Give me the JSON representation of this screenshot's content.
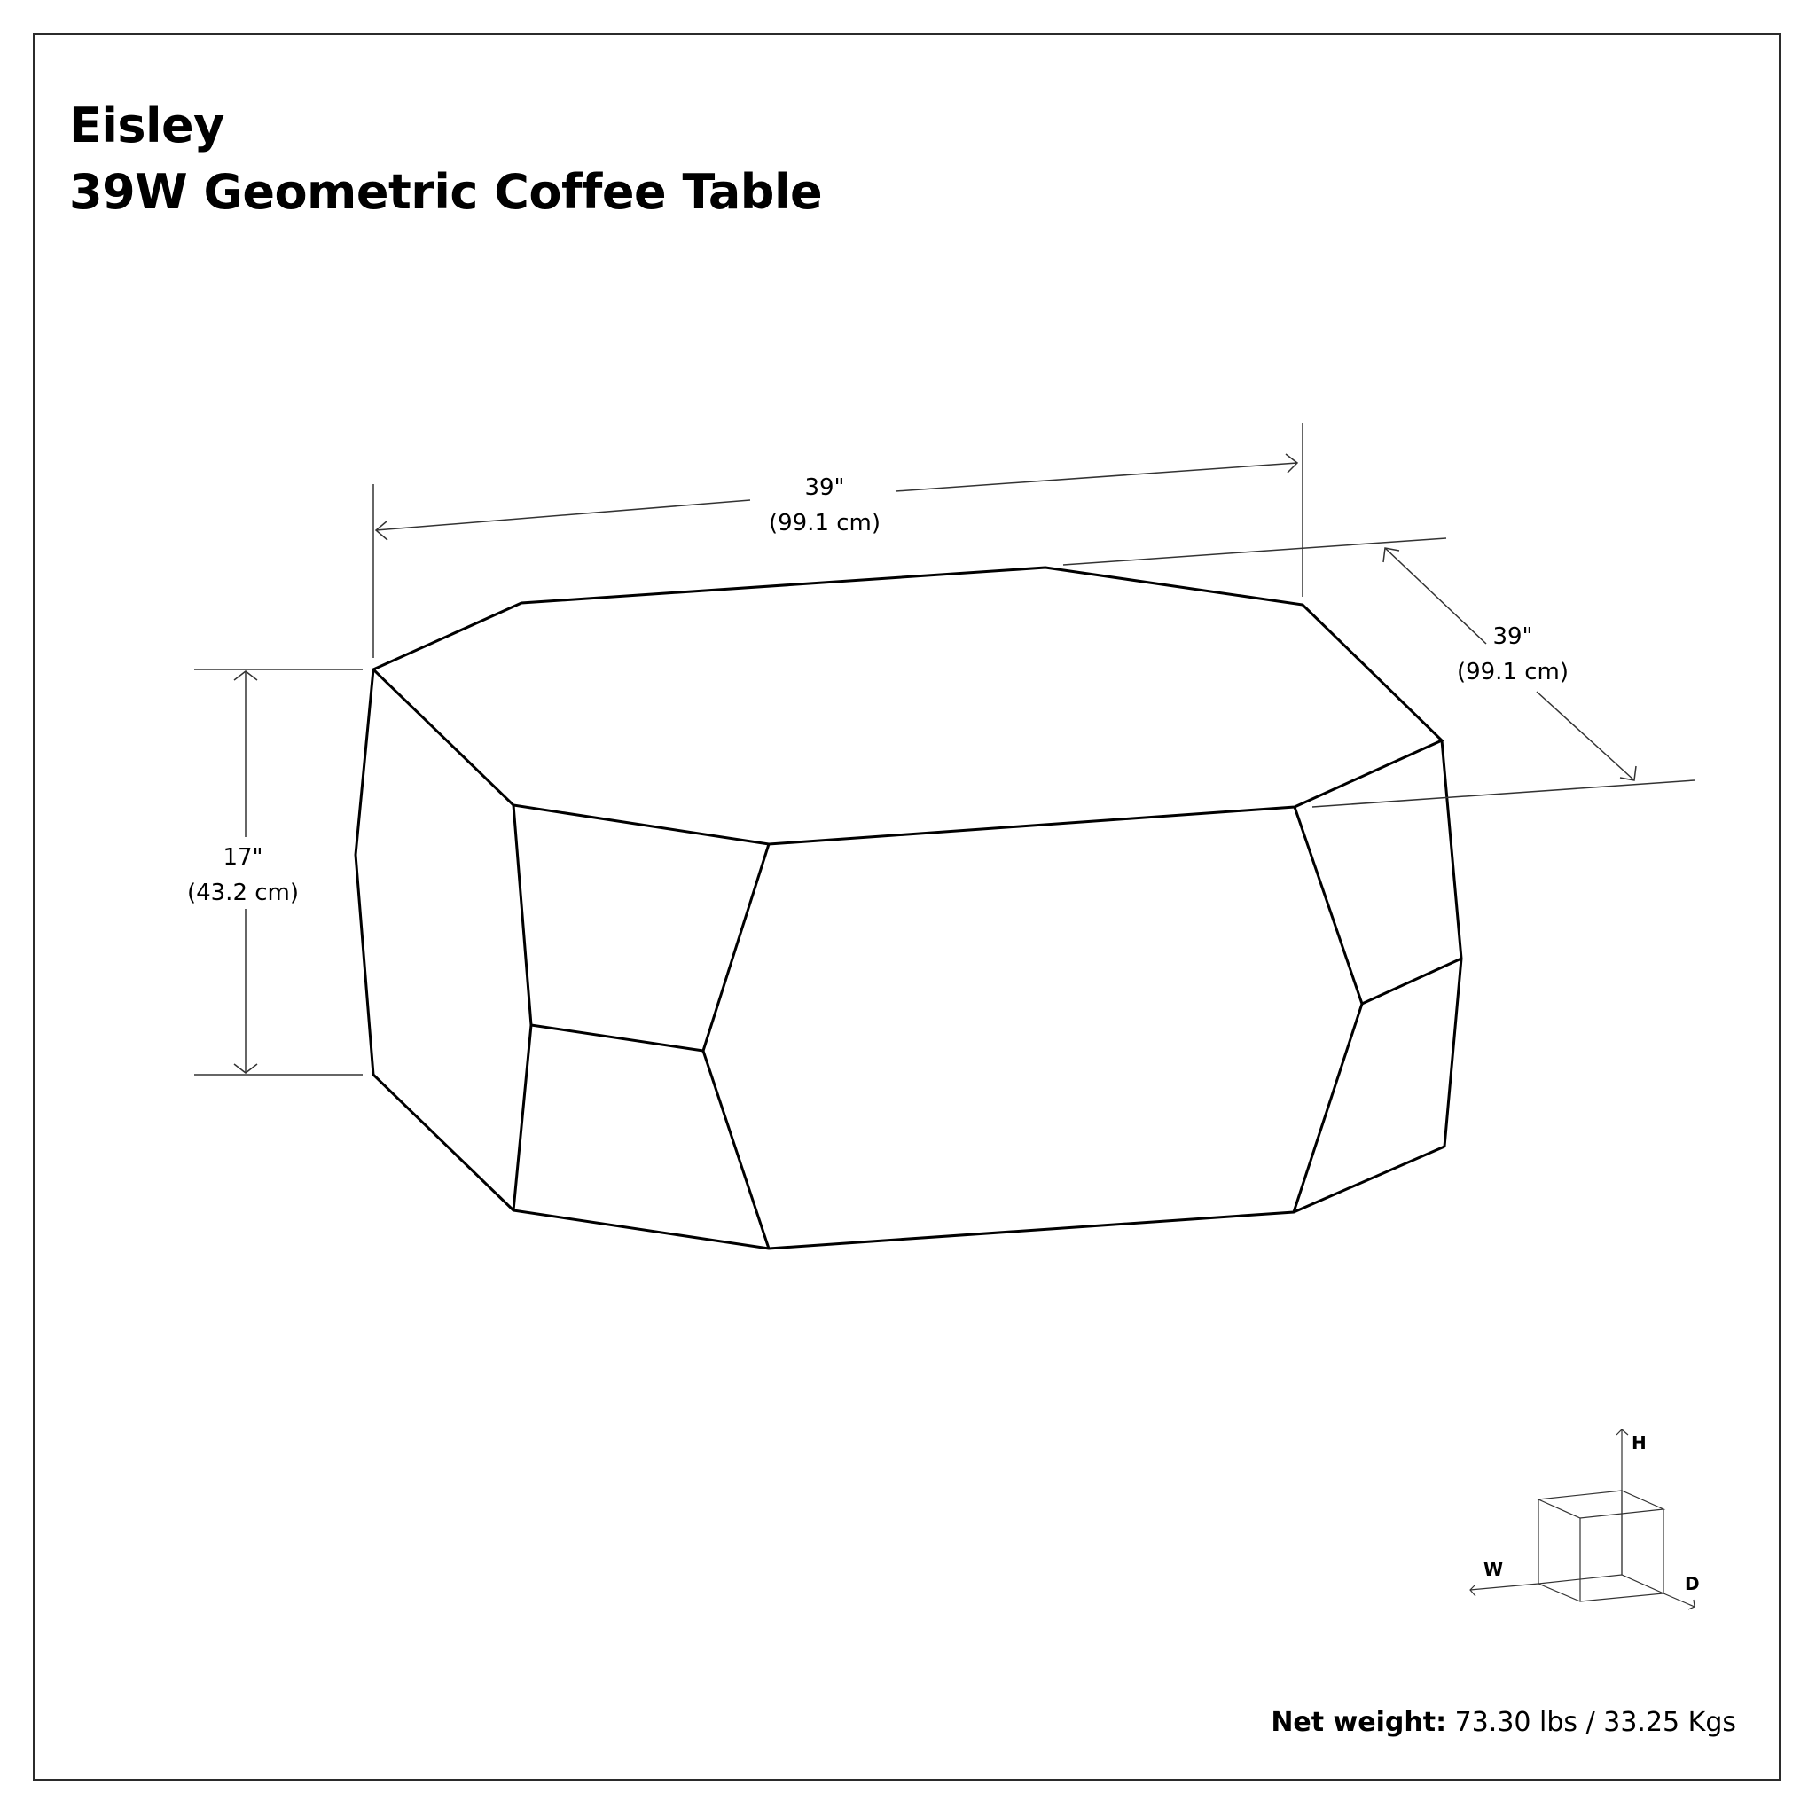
{
  "product": {
    "brand": "Eisley",
    "name": "39W Geometric Coffee Table"
  },
  "dimensions": {
    "width": {
      "imperial": "39\"",
      "metric": "(99.1 cm)"
    },
    "depth": {
      "imperial": "39\"",
      "metric": "(99.1 cm)"
    },
    "height": {
      "imperial": "17\"",
      "metric": "(43.2 cm)"
    }
  },
  "axis_legend": {
    "h": "H",
    "w": "W",
    "d": "D"
  },
  "weight": {
    "label": "Net weight:",
    "value": "73.30 lbs / 33.25 Kgs"
  },
  "colors": {
    "line": "#000000",
    "frame": "#2b2b2b",
    "dim_line": "#333333",
    "background": "#ffffff"
  }
}
